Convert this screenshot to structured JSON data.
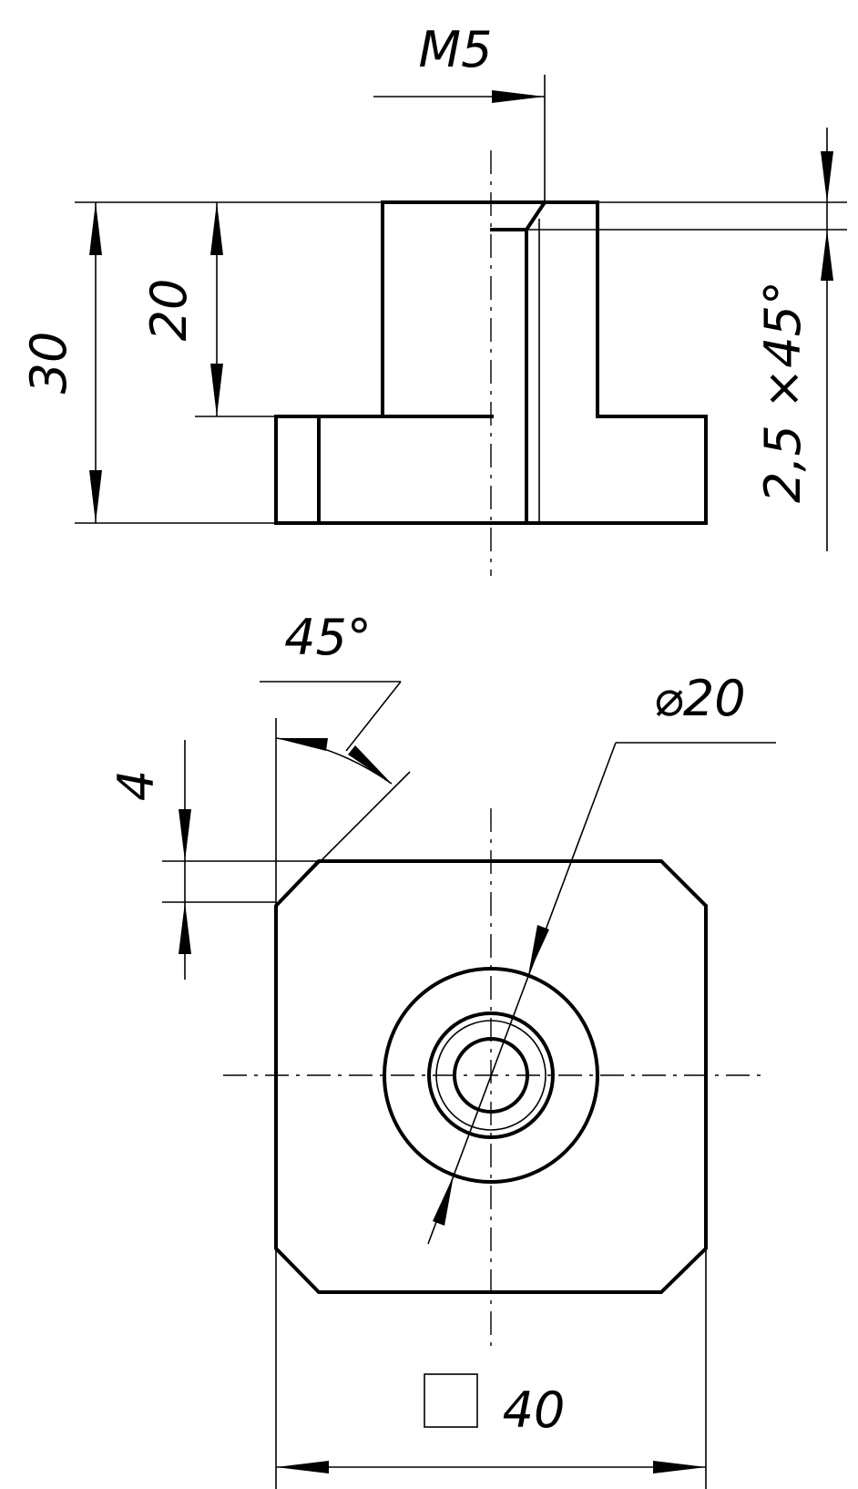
{
  "front_view": {
    "dimensions": {
      "thread": "M5",
      "total_height": "30",
      "boss_height": "20",
      "chamfer": "2,5 ×45°"
    }
  },
  "top_view": {
    "dimensions": {
      "chamfer_angle": "45°",
      "chamfer_size": "4",
      "bore_diameter": "⌀20",
      "square_size": "40"
    }
  },
  "colors": {
    "ink": "#000000",
    "paper": "#ffffff"
  }
}
